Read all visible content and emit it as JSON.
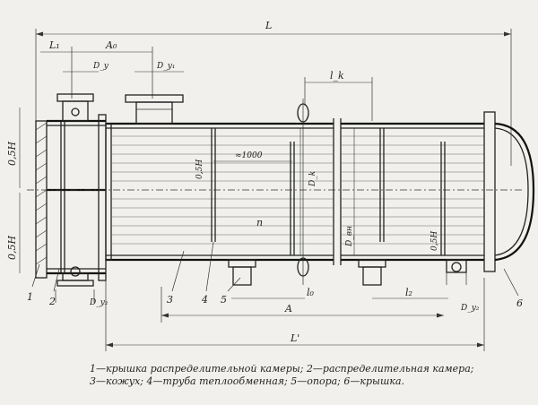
{
  "labels": {
    "L": "L",
    "L1": "L₁",
    "A0": "A₀",
    "Dy": "D_y",
    "Dy1": "D_y₁",
    "Lk": "l_k",
    "halfH_top": "0,5H",
    "halfH_bot": "0,5H",
    "halfH_in1": "0,5H",
    "halfH_in2": "0,5H",
    "pitch": "≈1000",
    "Dk": "D_k",
    "Dvn": "D_вн",
    "n": "n",
    "Dy2_left": "D_y₂",
    "Dy2_right": "D_y₂",
    "l0": "l₀",
    "l2": "l₂",
    "A": "A",
    "Lprime": "L'"
  },
  "parts": [
    "1",
    "2",
    "3",
    "4",
    "5",
    "6"
  ],
  "caption": {
    "line1": "1—крышка распределительной камеры; 2—распределительная камера;",
    "line2": "3—кожух; 4—труба теплообменная; 5—опора; 6—крышка."
  }
}
